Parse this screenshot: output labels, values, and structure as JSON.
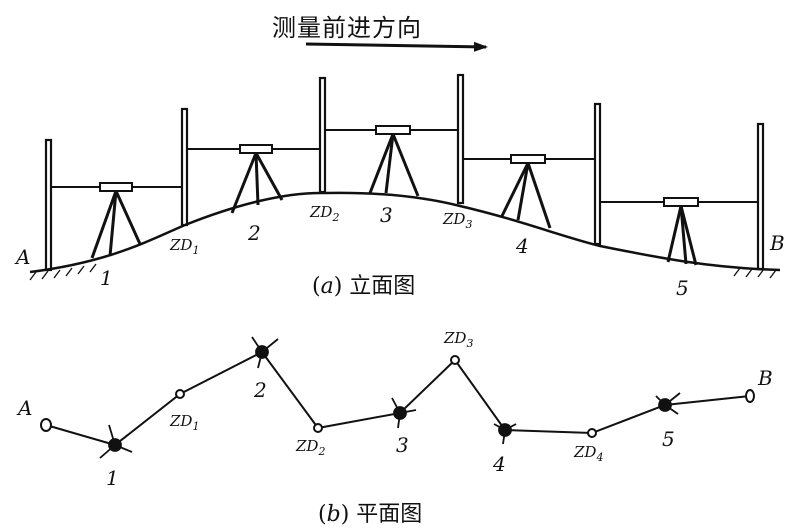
{
  "header": {
    "direction_text": "测量前进方向"
  },
  "elevation": {
    "caption_letter": "a",
    "caption_text": "立面图",
    "point_a": "A",
    "point_b": "B",
    "stations": [
      "1",
      "2",
      "3",
      "4",
      "5"
    ],
    "turning_points": [
      {
        "base": "ZD",
        "sub": "1"
      },
      {
        "base": "ZD",
        "sub": "2"
      },
      {
        "base": "ZD",
        "sub": "3"
      }
    ]
  },
  "plan": {
    "caption_letter": "b",
    "caption_text": "平面图",
    "point_a": "A",
    "point_b": "B",
    "stations": [
      "1",
      "2",
      "3",
      "4",
      "5"
    ],
    "turning_points": [
      {
        "base": "ZD",
        "sub": "1"
      },
      {
        "base": "ZD",
        "sub": "2"
      },
      {
        "base": "ZD",
        "sub": "3"
      },
      {
        "base": "ZD",
        "sub": "4"
      }
    ]
  }
}
